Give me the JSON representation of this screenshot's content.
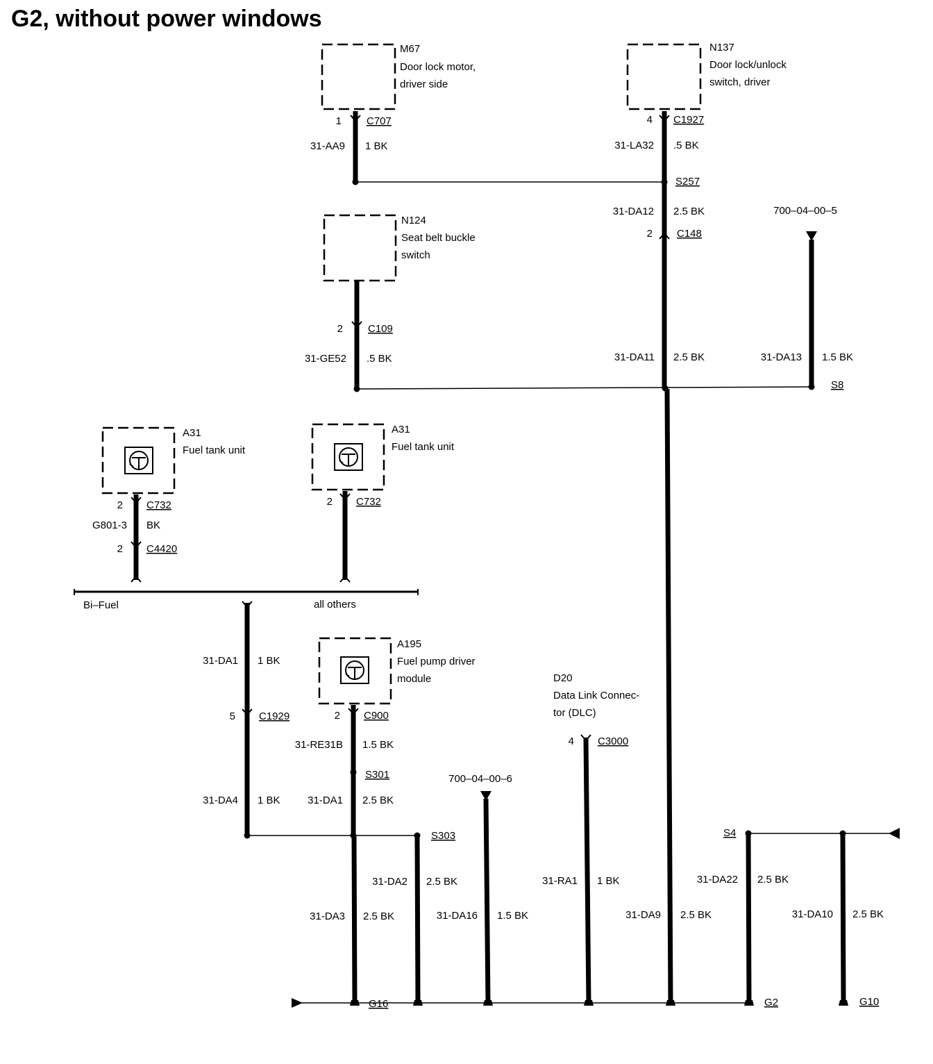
{
  "title": "G2, without power windows",
  "components": {
    "m67": {
      "id": "M67",
      "line1": "Door lock motor,",
      "line2": "driver side"
    },
    "n137": {
      "id": "N137",
      "line1": "Door lock/unlock",
      "line2": "switch, driver"
    },
    "n124": {
      "id": "N124",
      "line1": "Seat belt buckle",
      "line2": "switch"
    },
    "a31_bifuel": {
      "id": "A31",
      "line1": "Fuel tank unit"
    },
    "a31_others": {
      "id": "A31",
      "line1": "Fuel tank unit"
    },
    "a195": {
      "id": "A195",
      "line1": "Fuel pump driver",
      "line2": "module"
    },
    "d20": {
      "id": "D20",
      "line1": "Data Link Connec-",
      "line2": "tor (DLC)"
    }
  },
  "connectors": {
    "c707": {
      "name": "C707",
      "pin": "1"
    },
    "c1927": {
      "name": "C1927",
      "pin": "4"
    },
    "c148": {
      "name": "C148",
      "pin": "2"
    },
    "c109": {
      "name": "C109",
      "pin": "2"
    },
    "c732_a": {
      "name": "C732",
      "pin": "2"
    },
    "c4420": {
      "name": "C4420",
      "pin": "2"
    },
    "c732_b": {
      "name": "C732",
      "pin": "2"
    },
    "c1929": {
      "name": "C1929",
      "pin": "5"
    },
    "c900": {
      "name": "C900",
      "pin": "2"
    },
    "c3000": {
      "name": "C3000",
      "pin": "4"
    }
  },
  "wires": {
    "aa9": {
      "code": "31-AA9",
      "spec": "1 BK"
    },
    "la32": {
      "code": "31-LA32",
      "spec": ".5 BK"
    },
    "da12": {
      "code": "31-DA12",
      "spec": "2.5 BK"
    },
    "ge52": {
      "code": "31-GE52",
      "spec": ".5 BK"
    },
    "da11": {
      "code": "31-DA11",
      "spec": "2.5 BK"
    },
    "da13": {
      "code": "31-DA13",
      "spec": "1.5 BK"
    },
    "g801": {
      "code": "G801-3",
      "spec": "BK"
    },
    "da1_a": {
      "code": "31-DA1",
      "spec": "1 BK"
    },
    "re31b": {
      "code": "31-RE31B",
      "spec": "1.5 BK"
    },
    "da4": {
      "code": "31-DA4",
      "spec": "1 BK"
    },
    "da1_b": {
      "code": "31-DA1",
      "spec": "2.5 BK"
    },
    "da2": {
      "code": "31-DA2",
      "spec": "2.5 BK"
    },
    "da3": {
      "code": "31-DA3",
      "spec": "2.5 BK"
    },
    "da16": {
      "code": "31-DA16",
      "spec": "1.5 BK"
    },
    "ra1": {
      "code": "31-RA1",
      "spec": "1 BK"
    },
    "da9": {
      "code": "31-DA9",
      "spec": "2.5 BK"
    },
    "da22": {
      "code": "31-DA22",
      "spec": "2.5 BK"
    },
    "da10": {
      "code": "31-DA10",
      "spec": "2.5 BK"
    }
  },
  "splices": {
    "s257": "S257",
    "s8": "S8",
    "s301": "S301",
    "s303": "S303",
    "s4": "S4"
  },
  "grounds": {
    "g16": "G16",
    "g2": "G2",
    "g10": "G10"
  },
  "references": {
    "ref5": "700–04–00–5",
    "ref6": "700–04–00–6"
  },
  "options": {
    "bifuel": "Bi–Fuel",
    "others": "all others"
  }
}
